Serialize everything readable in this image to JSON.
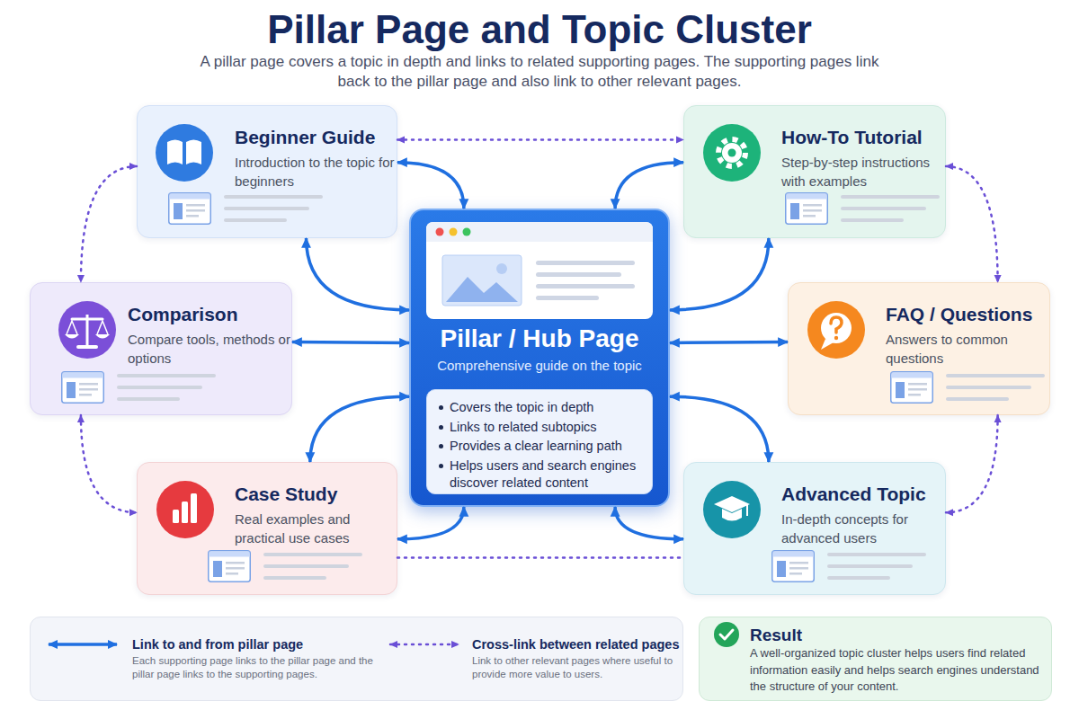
{
  "diagram": {
    "title": "Pillar Page and Topic Cluster",
    "caption": "A pillar page covers a topic in depth and links to related supporting pages. The supporting pages link back to the pillar page and also link to other relevant pages.",
    "nodes": [
      {
        "text": [
          "Beginner Guide",
          "Introduction to the topic for beginners"
        ]
      },
      {
        "text": [
          "How-To Tutorial",
          "Step-by-step instructions with examples"
        ]
      },
      {
        "text": [
          "Comparison",
          "Compare tools, methods or options"
        ]
      },
      {
        "text": [
          "Pillar / Hub Page",
          "Comprehensive guide on the topic"
        ]
      },
      {
        "text": [
          "Covers the topic in depth",
          "Links to related subtopics",
          "Provides a clear learning path",
          "Helps users and search engines discover related content"
        ],
        "in": 3
      },
      {
        "text": [
          "FAQ / Questions",
          "Answers to common questions"
        ]
      },
      {
        "text": [
          "Case Study",
          "Real examples and practical use cases"
        ]
      },
      {
        "text": [
          "Advanced Topic",
          "In-depth concepts for advanced users"
        ]
      },
      {
        "text": [
          "Result",
          "A well-organized topic cluster helps users find related information easily and helps search engines understand the structure of your content."
        ]
      }
    ],
    "edges": [
      {
        "from": 3,
        "to": 0,
        "arrow": "both"
      },
      {
        "from": 3,
        "to": 0,
        "arrow": "both"
      },
      {
        "from": 3,
        "to": 1,
        "arrow": "both"
      },
      {
        "from": 3,
        "to": 1,
        "arrow": "both"
      },
      {
        "from": 3,
        "to": 2,
        "arrow": "both"
      },
      {
        "from": 3,
        "to": 5,
        "arrow": "both"
      },
      {
        "from": 3,
        "to": 6,
        "arrow": "both"
      },
      {
        "from": 3,
        "to": 6,
        "arrow": "both"
      },
      {
        "from": 3,
        "to": 7,
        "arrow": "both"
      },
      {
        "from": 3,
        "to": 7,
        "arrow": "both"
      },
      {
        "from": 0,
        "to": 1,
        "arrow": "both"
      },
      {
        "from": 0,
        "to": 2,
        "arrow": "both"
      },
      {
        "from": 2,
        "to": 6,
        "arrow": "both"
      },
      {
        "from": 1,
        "to": 5,
        "arrow": "both"
      },
      {
        "from": 5,
        "to": 7,
        "arrow": "both"
      },
      {
        "from": 6,
        "to": 7,
        "arrow": "none"
      }
    ],
    "labels": [
      "Each supporting page links to the pillar page and the pillar page links to the supporting pages.",
      "Link to other relevant pages where useful to provide more value to users."
    ],
    "legend": [
      {
        "text": "Link to and from pillar page"
      },
      {
        "text": "Cross-link between related pages"
      }
    ]
  }
}
